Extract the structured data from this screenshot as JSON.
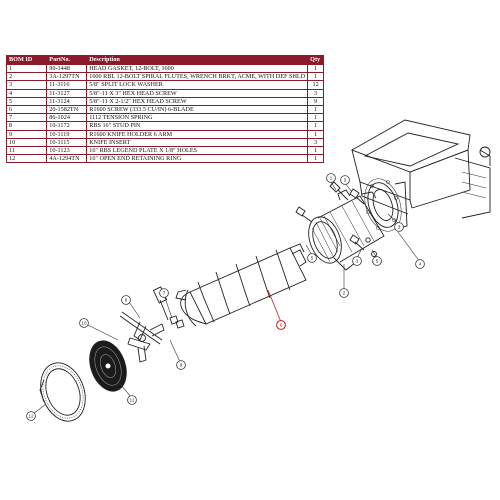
{
  "bom": {
    "headers": [
      "BOM ID",
      "PartNo.",
      "Description",
      "Qty"
    ],
    "rows": [
      [
        "1",
        "90-1448",
        "HEAD GASKET, 12-BOLT, 1600",
        "1"
      ],
      [
        "2",
        "3A-1297TN",
        "1600 RBL 12-BOLT SPIRAL FLUTES, WRENCH BRKT, ACME, WITH DEF SHLD",
        "1"
      ],
      [
        "3",
        "11-3116",
        "5/8\" SPLIT LOCK WASHER",
        "12"
      ],
      [
        "4",
        "11-3127",
        "5/8\"-11 X 3\" HEX HEAD SCREW",
        "3"
      ],
      [
        "5",
        "11-3124",
        "5/8\"-11 X 2-1/2\" HEX HEAD SCREW",
        "9"
      ],
      [
        "6",
        "20-1582TN",
        "R1600 SCREW (333.5 CU/IN) 6-BLADE",
        "1"
      ],
      [
        "7",
        "86-1024",
        "1112 TENSION SPRING",
        "1"
      ],
      [
        "8",
        "10-1172",
        "RBS 16\" STUD PIN",
        "1"
      ],
      [
        "9",
        "10-1119",
        "R1600 KNIFE HOLDER 6 ARM",
        "1"
      ],
      [
        "10",
        "10-1115",
        "KNIFE INSERT",
        "3"
      ],
      [
        "11",
        "10-1123",
        "16\" RBS LEGEND PLATE X 1/8\" HOLES",
        "1"
      ],
      [
        "12",
        "4A-1294TN",
        "16\" OPEN END RETAINING RING",
        "1"
      ]
    ]
  },
  "callouts": [
    "1",
    "2",
    "3",
    "4",
    "5",
    "6",
    "7",
    "8",
    "9",
    "10",
    "11",
    "12"
  ],
  "colors": {
    "header_bg": "#8b1a2b",
    "table_border": "#8b1a2b",
    "highlight": "#c01818"
  }
}
